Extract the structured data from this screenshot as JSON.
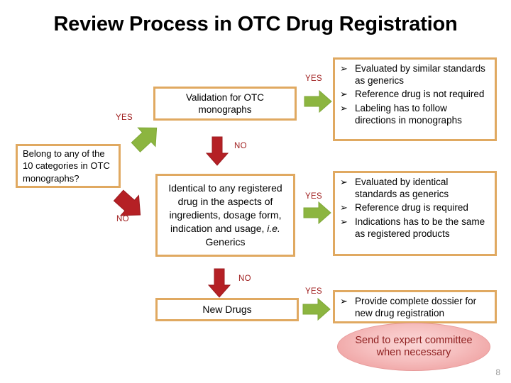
{
  "slide": {
    "title": "Review Process in OTC Drug Registration",
    "page_number": "8"
  },
  "colors": {
    "box_border": "#E0A961",
    "yes_arrow": "#8CB540",
    "no_arrow": "#B52025",
    "label_text": "#9E1B1B",
    "oval_fill": "#F4B9B9",
    "oval_text": "#8E1F1F",
    "title_text": "#000000"
  },
  "flow": {
    "boxes": {
      "belong": "Belong to any of the 10 categories in OTC monographs?",
      "validation": "Validation for OTC monographs",
      "identical_pre": "Identical to any registered drug in the aspects of ingredients, dosage form, indication and usage, ",
      "identical_italic": "i.e.",
      "identical_post": " Generics",
      "new_drugs": "New Drugs"
    },
    "labels": {
      "yes_belong": "YES",
      "no_belong": "NO",
      "yes_validation": "YES",
      "no_validation": "NO",
      "yes_identical": "YES",
      "no_identical": "NO",
      "yes_newdrugs": "YES"
    },
    "icons": {
      "yes_arrow": "green-right-arrow-icon",
      "yes_arrow_diagonal": "green-diagonal-up-right-arrow-icon",
      "no_arrow_down": "red-down-arrow-icon",
      "no_arrow_diagonal": "red-diagonal-down-right-arrow-icon"
    }
  },
  "results": {
    "monographs": [
      "Evaluated by similar standards  as generics",
      "Reference drug is not required",
      "Labeling has to follow directions in monographs"
    ],
    "generics": [
      "Evaluated by identical standards as generics",
      "Reference drug is required",
      "Indications has to be the same as registered products"
    ],
    "new_drugs": [
      "Provide complete dossier for new drug registration"
    ],
    "bullet_glyph": "➢"
  },
  "oval": {
    "text": "Send to expert committee when necessary"
  }
}
